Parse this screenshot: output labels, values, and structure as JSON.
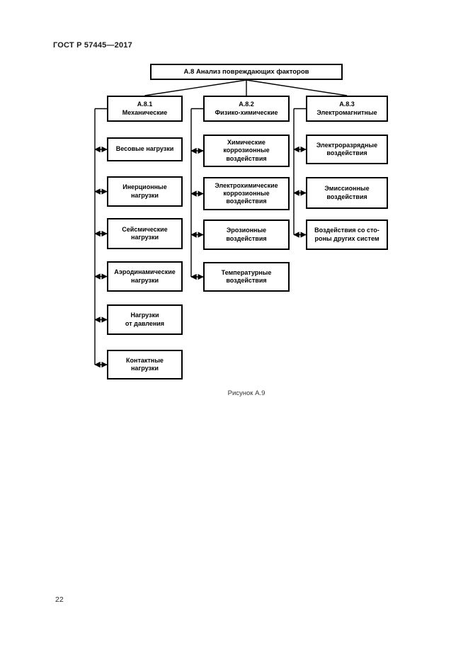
{
  "page": {
    "header": "ГОСТ Р 57445—2017",
    "caption": "Рисунок А.9",
    "page_number": "22"
  },
  "diagram": {
    "root": "А.8 Анализ повреждающих факторов",
    "columns": [
      {
        "header": "А.8.1\nМеханические",
        "children": [
          "Весовые нагрузки",
          "Инерционные\nнагрузки",
          "Сейсмические\nнагрузки",
          "Аэродинамические\nнагрузки",
          "Нагрузки\nот давления",
          "Контактные\nнагрузки"
        ]
      },
      {
        "header": "А.8.2\nФизико-химические",
        "children": [
          "Химические\nкоррозионные\nвоздействия",
          "Электрохимические\nкоррозионные\nвоздействия",
          "Эрозионные\nвоздействия",
          "Температурные\nвоздействия"
        ]
      },
      {
        "header": "А.8.3\nЭлектромагнитные",
        "children": [
          "Электроразрядные\nвоздействия",
          "Эмиссионные\nвоздействия",
          "Воздействия со сто-\nроны других систем"
        ]
      }
    ]
  }
}
